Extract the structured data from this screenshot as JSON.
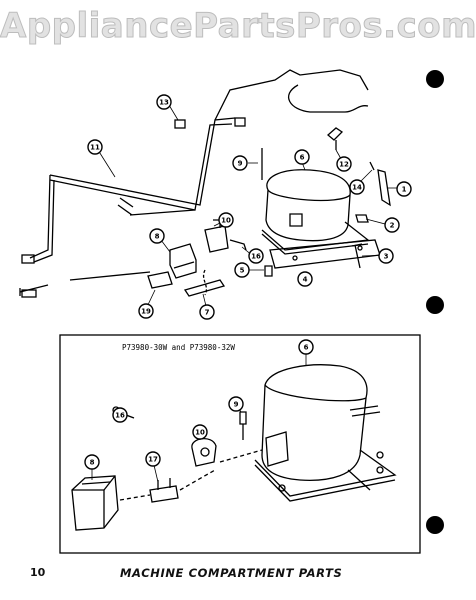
{
  "watermark": "AppliancePartsPros.com",
  "page_number": "10",
  "caption": "MACHINE COMPARTMENT PARTS",
  "inset_label": "P73980-30W and P73980-32W",
  "callouts": {
    "c1": "1",
    "c2": "2",
    "c3": "3",
    "c4": "4",
    "c5": "5",
    "c6": "6",
    "c7": "7",
    "c8": "8",
    "c9": "9",
    "c10": "10",
    "c11": "11",
    "c12": "12",
    "c13": "13",
    "c14": "14",
    "c16": "16",
    "c19": "19",
    "i6": "6",
    "i8": "8",
    "i9": "9",
    "i10": "10",
    "i16": "16",
    "i17": "17"
  }
}
